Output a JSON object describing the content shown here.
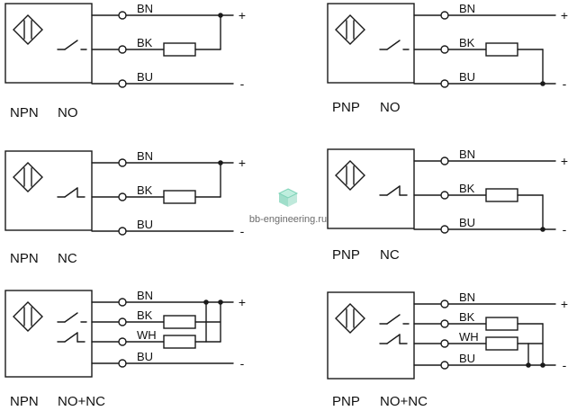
{
  "panels": [
    {
      "id": "npn-no",
      "caption_type": "NPN",
      "caption_mode": "NO",
      "wires": [
        "BN",
        "BK",
        "BU"
      ],
      "switches": [
        "NO"
      ],
      "load_rail": "plus"
    },
    {
      "id": "pnp-no",
      "caption_type": "PNP",
      "caption_mode": "NO",
      "wires": [
        "BN",
        "BK",
        "BU"
      ],
      "switches": [
        "NO"
      ],
      "load_rail": "minus"
    },
    {
      "id": "npn-nc",
      "caption_type": "NPN",
      "caption_mode": "NC",
      "wires": [
        "BN",
        "BK",
        "BU"
      ],
      "switches": [
        "NC"
      ],
      "load_rail": "plus"
    },
    {
      "id": "pnp-nc",
      "caption_type": "PNP",
      "caption_mode": "NC",
      "wires": [
        "BN",
        "BK",
        "BU"
      ],
      "switches": [
        "NC"
      ],
      "load_rail": "minus"
    },
    {
      "id": "npn-nonc",
      "caption_type": "NPN",
      "caption_mode": "NO+NC",
      "wires": [
        "BN",
        "BK",
        "WH",
        "BU"
      ],
      "switches": [
        "NO",
        "NC"
      ],
      "load_rail": "plus"
    },
    {
      "id": "pnp-nonc",
      "caption_type": "PNP",
      "caption_mode": "NO+NC",
      "wires": [
        "BN",
        "BK",
        "WH",
        "BU"
      ],
      "switches": [
        "NO",
        "NC"
      ],
      "load_rail": "minus"
    }
  ],
  "signs": {
    "plus": "+",
    "minus": "-"
  },
  "watermark": {
    "text": "bb-engineering.ru",
    "logo_icon": "cube-logo-icon"
  },
  "colors": {
    "line": "#1a1a1a",
    "background": "#ffffff",
    "watermark_text": "#6b6b6b",
    "logo": "#7fd3b8"
  }
}
